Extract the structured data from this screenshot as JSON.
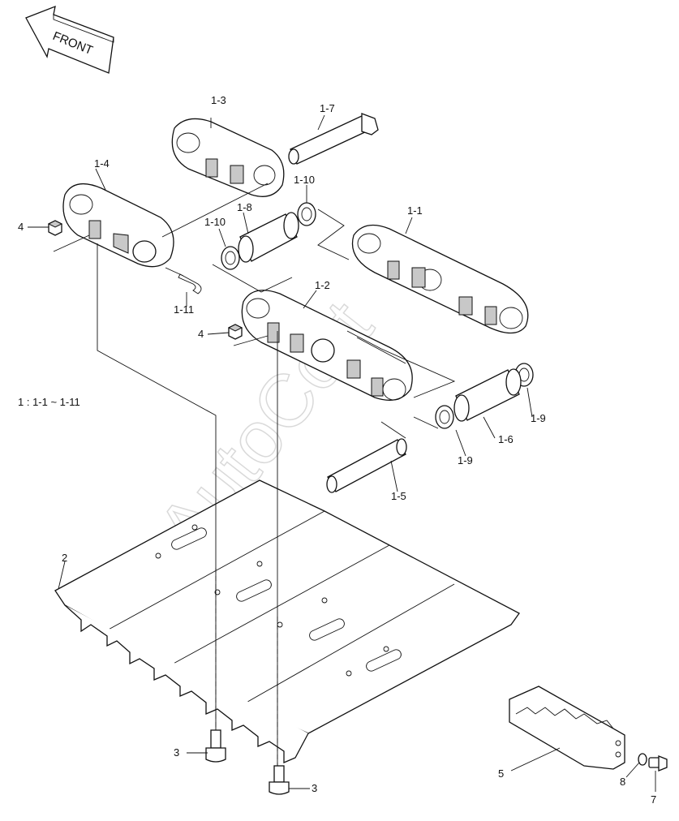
{
  "front_label": "FRONT",
  "assembly_note": "1 : 1-1 ~ 1-11",
  "watermark": "AutoCort",
  "part_labels": {
    "p1_1": "1-1",
    "p1_2": "1-2",
    "p1_3": "1-3",
    "p1_4": "1-4",
    "p1_5": "1-5",
    "p1_6": "1-6",
    "p1_7": "1-7",
    "p1_8": "1-8",
    "p1_9a": "1-9",
    "p1_9b": "1-9",
    "p1_10a": "1-10",
    "p1_10b": "1-10",
    "p1_11": "1-11",
    "p2": "2",
    "p3a": "3",
    "p3b": "3",
    "p4a": "4",
    "p4b": "4",
    "p5": "5",
    "p7": "7",
    "p8": "8"
  }
}
